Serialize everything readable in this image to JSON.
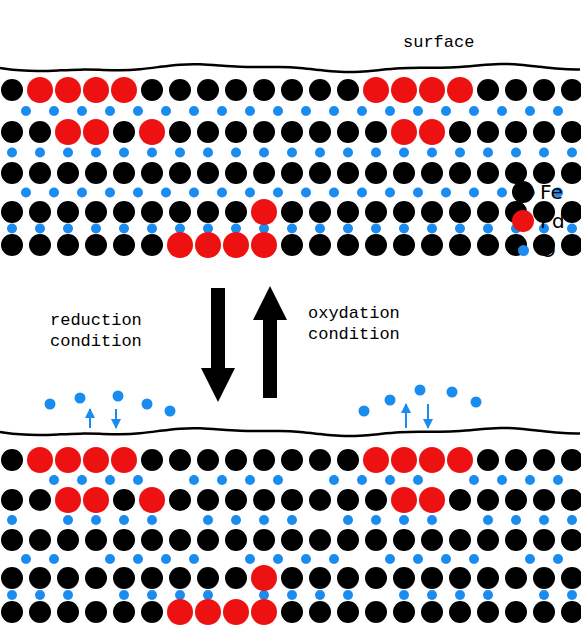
{
  "diagram": {
    "labels": [
      "surface",
      "reduction condition",
      "oxydation condition"
    ],
    "legend": [
      {
        "text": "Fe",
        "color": "#000000"
      },
      {
        "text": "Pd",
        "color": "#ee1111"
      },
      {
        "text": "O",
        "color": "#1a8cf0"
      }
    ]
  }
}
